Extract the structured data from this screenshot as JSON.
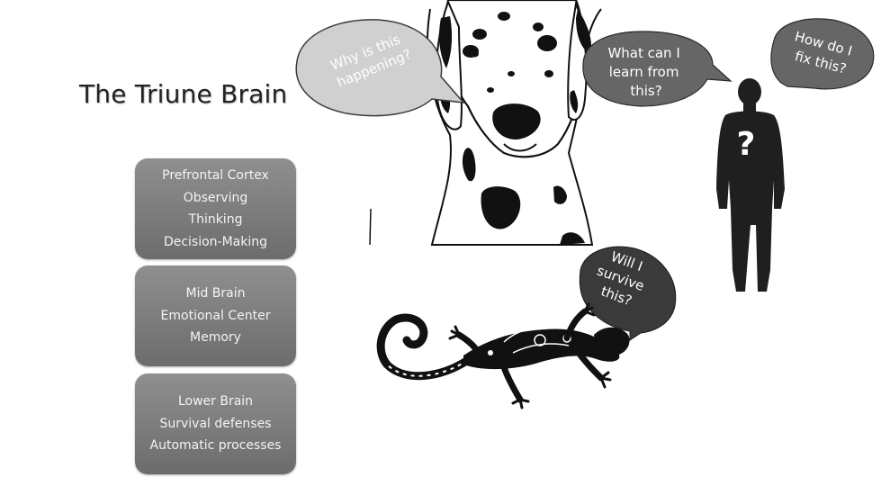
{
  "slide": {
    "title": "The Triune Brain"
  },
  "boxes": [
    {
      "lines": [
        "Prefrontal Cortex",
        "Observing",
        "Thinking",
        "Decision-Making"
      ]
    },
    {
      "lines": [
        "Mid Brain",
        "Emotional Center",
        "Memory"
      ]
    },
    {
      "lines": [
        "Lower Brain",
        "Survival defenses",
        "Automatic processes"
      ]
    }
  ],
  "bubbles": {
    "dog": {
      "lines": [
        "Why is this",
        "happening?"
      ]
    },
    "learn": {
      "lines": [
        "What can I",
        "learn from",
        "this?"
      ]
    },
    "fix": {
      "lines": [
        "How do I",
        "fix this?"
      ]
    },
    "lizard": {
      "lines": [
        "Will I",
        "survive",
        "this?"
      ]
    }
  },
  "person": {
    "symbol": "?"
  },
  "colors": {
    "box_top": "#8f8f8f",
    "box_bottom": "#6c6c6c",
    "dog_bubble": "#d0d0d0",
    "dark_bubble": "#666666",
    "lizard_bubble": "#3a3a3a",
    "silhouette": "#1f1f1f"
  },
  "icons": {
    "dog": "dalmatian-illustration",
    "person": "person-silhouette-icon",
    "lizard": "tribal-lizard-illustration"
  }
}
